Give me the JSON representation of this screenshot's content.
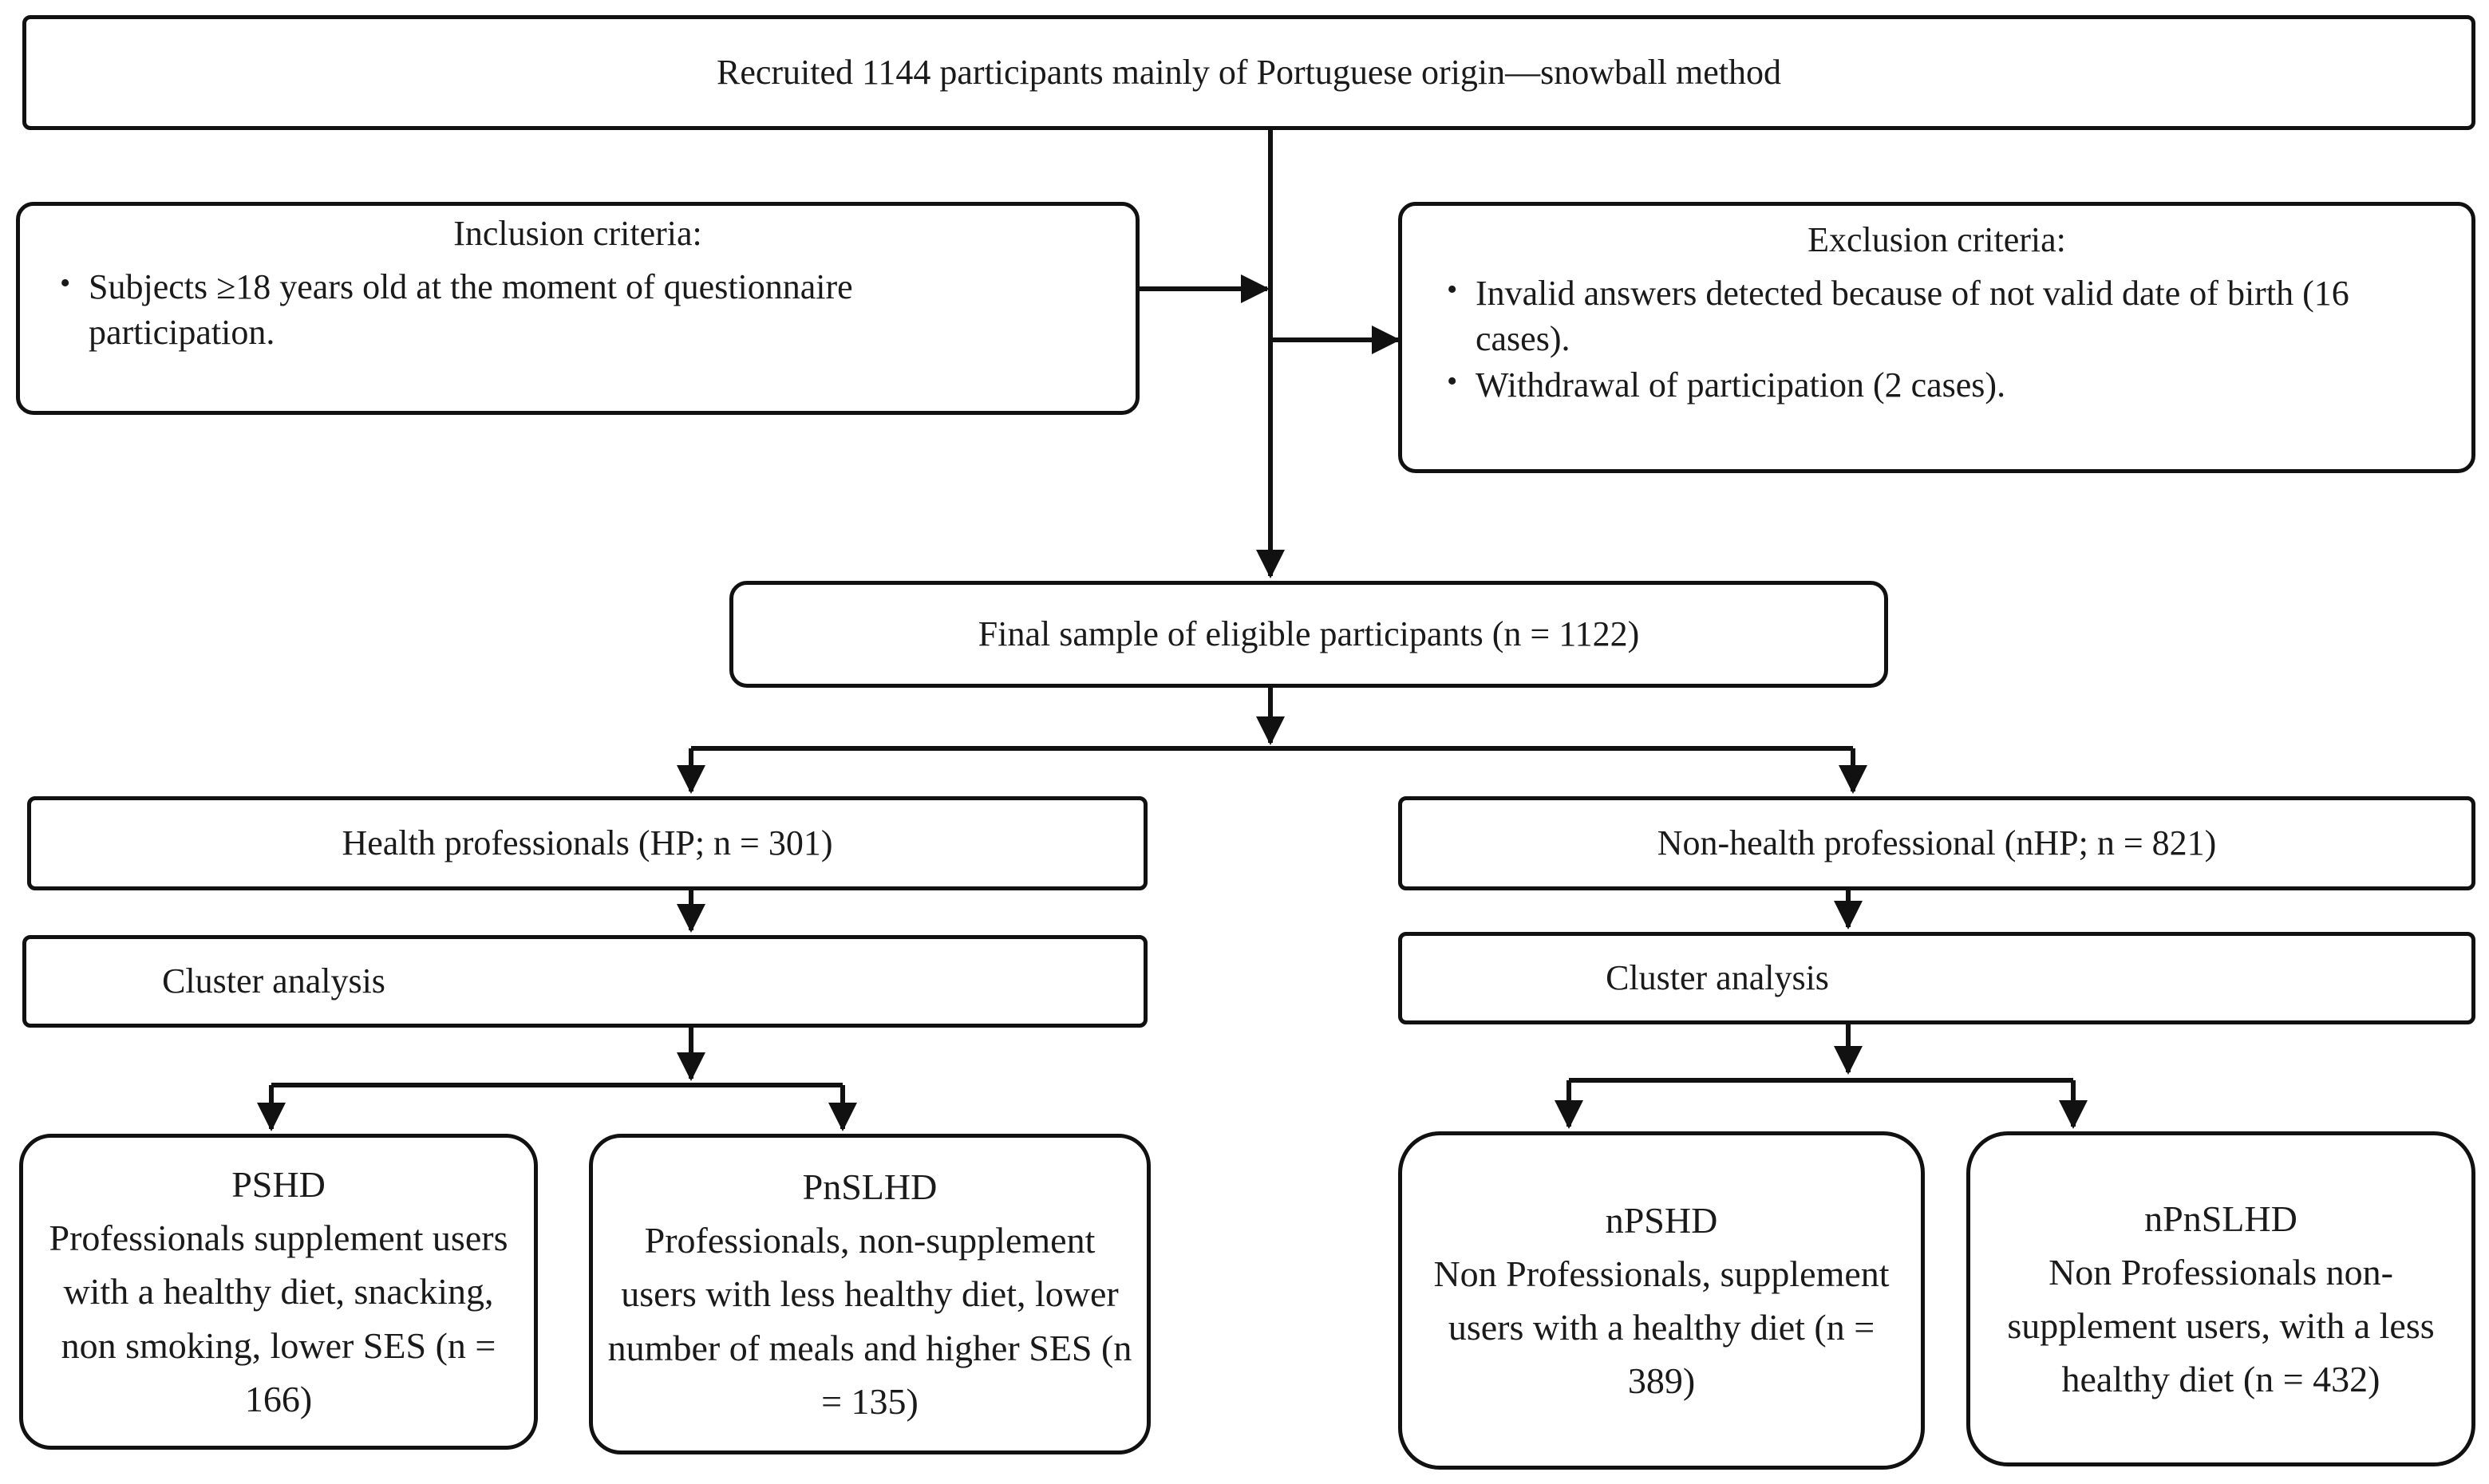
{
  "recruitment": {
    "text": "Recruited 1144 participants mainly of Portuguese origin—snowball method"
  },
  "inclusion": {
    "title": "Inclusion criteria:",
    "items": [
      "Subjects ≥18 years old at the moment of questionnaire participation."
    ]
  },
  "exclusion": {
    "title": "Exclusion criteria:",
    "items": [
      "Invalid answers detected because of not valid date of birth (16 cases).",
      "Withdrawal of participation (2 cases)."
    ]
  },
  "final_sample": {
    "text": "Final sample of eligible participants (n = 1122)"
  },
  "health_professionals": {
    "text": "Health professionals (HP; n = 301)",
    "cluster": "Cluster analysis",
    "groups": [
      {
        "code": "PSHD",
        "description": "Professionals supplement users with a healthy diet, snacking, non smoking, lower SES  (n = 166)"
      },
      {
        "code": "PnSLHD",
        "description": "Professionals, non-supplement users with less healthy diet, lower number of meals and higher SES (n = 135)"
      }
    ]
  },
  "non_health_professionals": {
    "text": "Non-health professional (nHP; n = 821)",
    "cluster": "Cluster analysis",
    "groups": [
      {
        "code": "nPSHD",
        "description": "Non Professionals, supplement users with a healthy diet (n = 389)"
      },
      {
        "code": "nPnSLHD",
        "description": "Non Professionals non-supplement users, with a less healthy diet (n = 432)"
      }
    ]
  }
}
